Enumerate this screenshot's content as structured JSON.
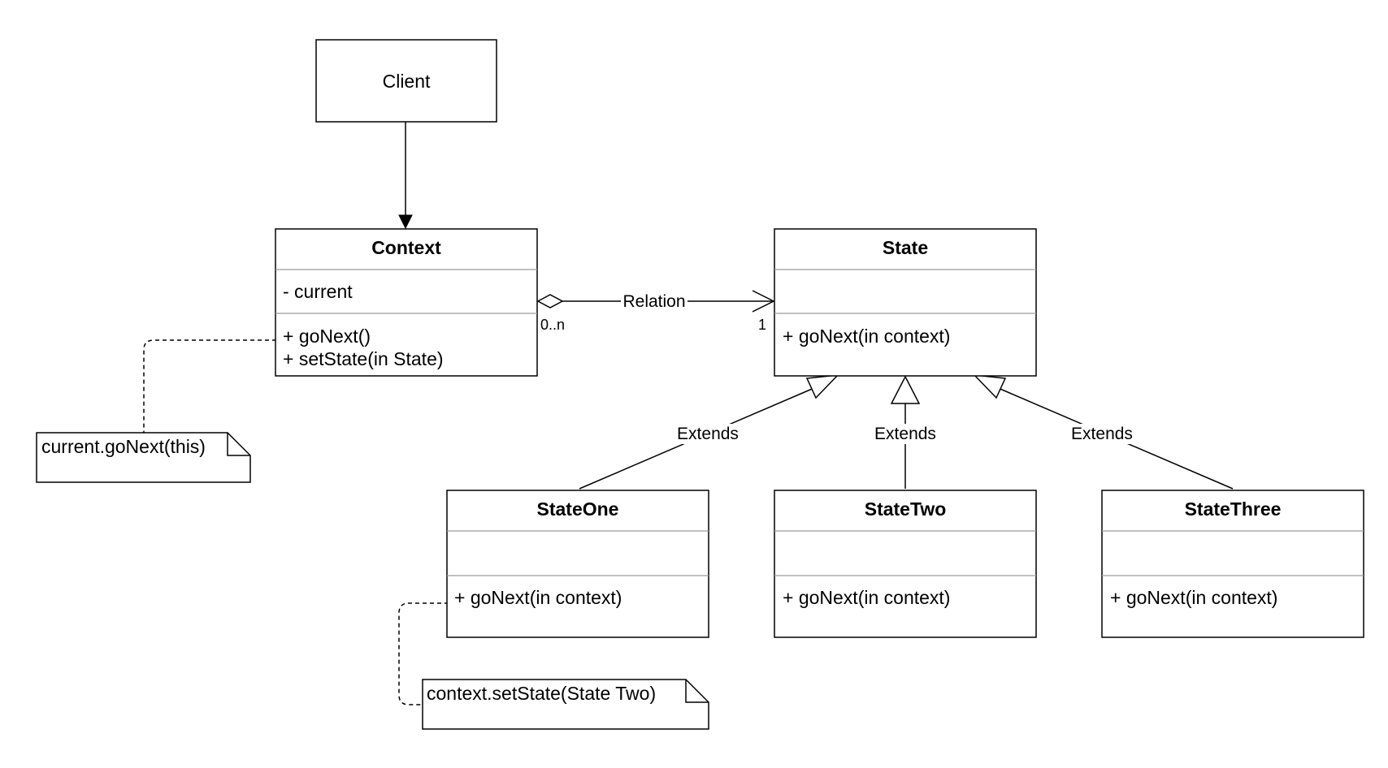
{
  "diagram": {
    "client": {
      "label": "Client"
    },
    "context": {
      "title": "Context",
      "attribute": "- current",
      "method_1": "+ goNext()",
      "method_2": "+ setState(in State)"
    },
    "state": {
      "title": "State",
      "method_1": "+ goNext(in context)"
    },
    "state_one": {
      "title": "StateOne",
      "method_1": "+ goNext(in context)"
    },
    "state_two": {
      "title": "StateTwo",
      "method_1": "+ goNext(in context)"
    },
    "state_three": {
      "title": "StateThree",
      "method_1": "+ goNext(in context)"
    },
    "relation": {
      "label": "Relation",
      "source_multiplicity": "0..n",
      "target_multiplicity": "1"
    },
    "extends": {
      "label_one": "Extends",
      "label_two": "Extends",
      "label_three": "Extends"
    },
    "notes": {
      "context_note": "current.goNext(this)",
      "state_one_note": "context.setState(State Two)"
    }
  }
}
